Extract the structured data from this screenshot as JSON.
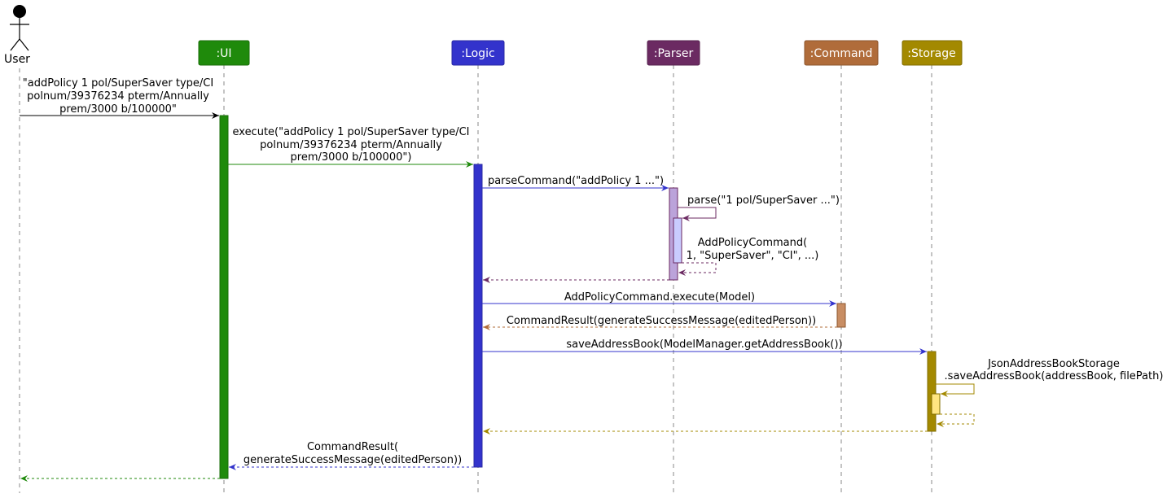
{
  "actor": {
    "label": "User"
  },
  "participants": [
    {
      "id": "ui",
      "label": ":UI",
      "color": "#1F8A0B"
    },
    {
      "id": "logic",
      "label": ":Logic",
      "color": "#3333CC"
    },
    {
      "id": "parser",
      "label": ":Parser",
      "color": "#6B2A62"
    },
    {
      "id": "command",
      "label": ":Command",
      "color": "#B06C3A"
    },
    {
      "id": "storage",
      "label": ":Storage",
      "color": "#A38900"
    }
  ],
  "activation_colors": {
    "ui": "#1F8A0B",
    "logic": "#3333CC",
    "parser": "#BBA3DA",
    "parser_nested": "#C9CCFF",
    "command": "#C88D63",
    "storage": "#A38900",
    "storage_nested": "#FFE680"
  },
  "messages": [
    {
      "id": "m1",
      "lines": [
        "\"addPolicy 1 pol/SuperSaver type/CI",
        "polnum/39376234 pterm/Annually",
        "prem/3000 b/100000\""
      ]
    },
    {
      "id": "m2",
      "lines": [
        "execute(\"addPolicy 1 pol/SuperSaver type/CI",
        "polnum/39376234 pterm/Annually",
        "prem/3000 b/100000\")"
      ]
    },
    {
      "id": "m3",
      "lines": [
        "parseCommand(\"addPolicy 1 ...\")"
      ]
    },
    {
      "id": "m4",
      "lines": [
        "parse(\"1 pol/SuperSaver ...\")"
      ]
    },
    {
      "id": "m5",
      "lines": [
        "AddPolicyCommand(",
        "1, \"SuperSaver\", \"CI\", ...)"
      ]
    },
    {
      "id": "m6",
      "lines": []
    },
    {
      "id": "m7",
      "lines": [
        "AddPolicyCommand.execute(Model)"
      ]
    },
    {
      "id": "m8",
      "lines": [
        "CommandResult(generateSuccessMessage(editedPerson))"
      ]
    },
    {
      "id": "m9",
      "lines": [
        "saveAddressBook(ModelManager.getAddressBook())"
      ]
    },
    {
      "id": "m10",
      "lines": [
        "JsonAddressBookStorage",
        ".saveAddressBook(addressBook, filePath)"
      ]
    },
    {
      "id": "m11",
      "lines": []
    },
    {
      "id": "m12",
      "lines": []
    },
    {
      "id": "m13",
      "lines": [
        "CommandResult(",
        "generateSuccessMessage(editedPerson))"
      ]
    },
    {
      "id": "m14",
      "lines": []
    }
  ]
}
